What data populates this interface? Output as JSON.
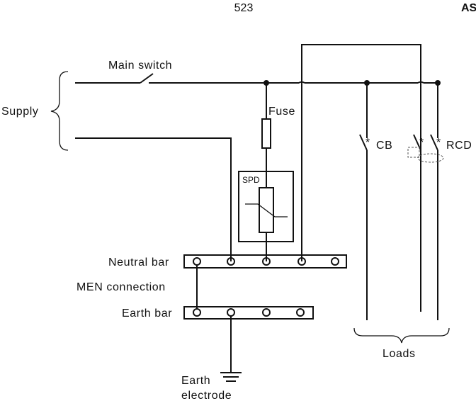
{
  "header": {
    "page_number": "523",
    "standard_code": "AS"
  },
  "labels": {
    "supply": "Supply",
    "main_switch": "Main switch",
    "fuse": "Fuse",
    "spd": "SPD",
    "cb": "CB",
    "rcd": "RCD",
    "neutral_bar": "Neutral bar",
    "men_connection": "MEN connection",
    "earth_bar": "Earth bar",
    "earth_electrode_line1": "Earth",
    "earth_electrode_line2": "electrode",
    "loads": "Loads"
  }
}
